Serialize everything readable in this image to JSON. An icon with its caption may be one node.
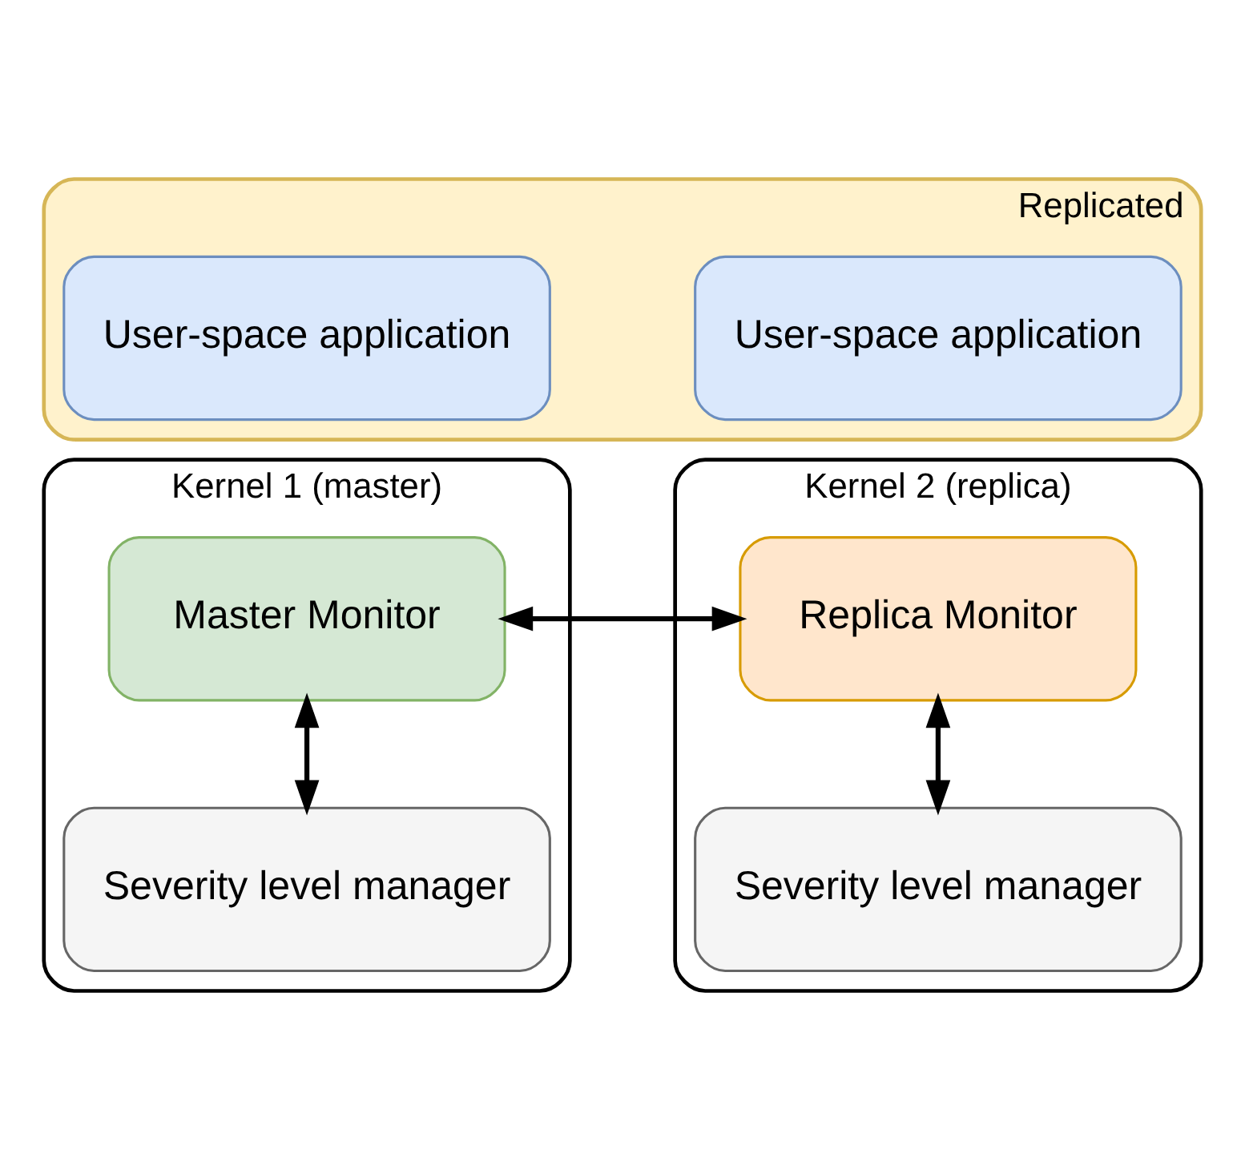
{
  "diagram": {
    "nodes": [
      {
        "text": [
          "Kernel 1 (master)"
        ]
      },
      {
        "text": [
          "Kernel 2 (replica)"
        ]
      },
      {
        "text": [
          "Replicated"
        ]
      },
      {
        "text": [
          "User-space application"
        ],
        "in": 2
      },
      {
        "text": [
          "User-space application"
        ],
        "in": 2
      },
      {
        "text": [
          "Master Monitor"
        ],
        "in": 0
      },
      {
        "text": [
          "Replica Monitor"
        ],
        "in": 1
      },
      {
        "text": [
          "Severity level manager"
        ],
        "in": 0
      },
      {
        "text": [
          "Severity level manager"
        ],
        "in": 1
      }
    ],
    "edges": [
      {
        "from": 5,
        "to": 6,
        "arrow": "both"
      },
      {
        "from": 5,
        "to": 7,
        "arrow": "both"
      },
      {
        "from": 6,
        "to": 8,
        "arrow": "both"
      }
    ]
  }
}
